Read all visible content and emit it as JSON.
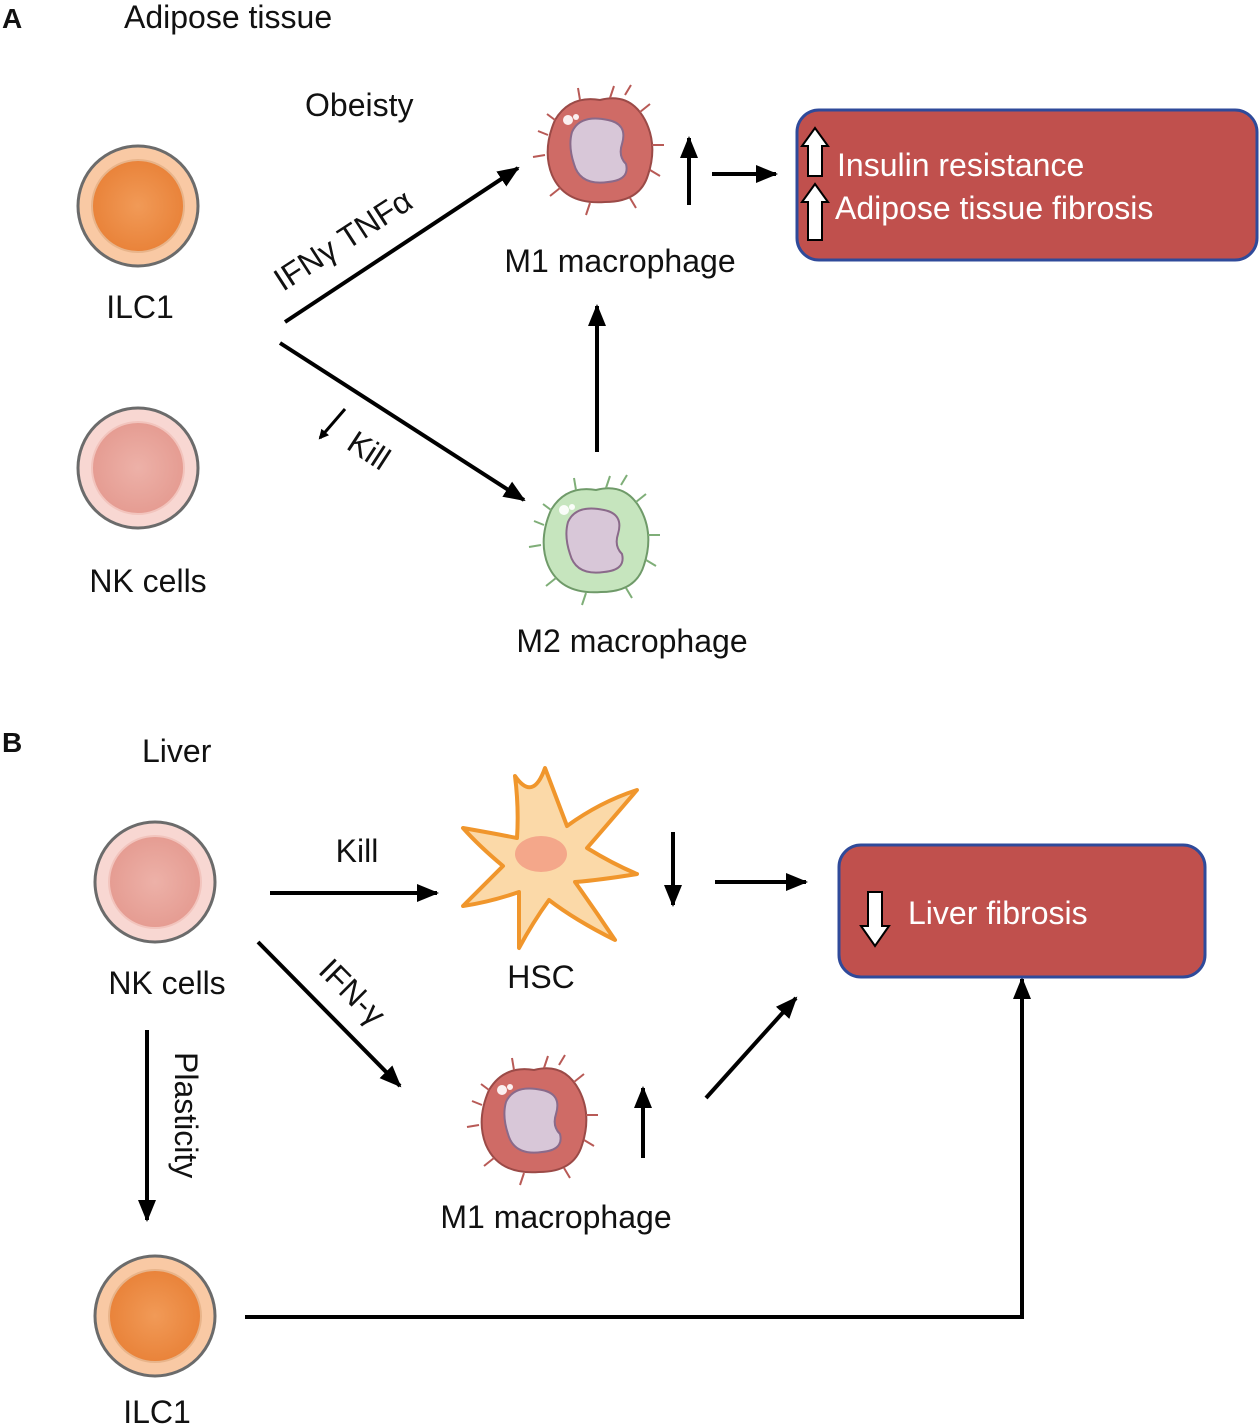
{
  "panel_a": {
    "letter": "A",
    "title": "Adipose tissue",
    "condition": "Obeisty",
    "ilc1_label": "ILC1",
    "nk_label": "NK cells",
    "arrow_label_upper": "IFNγ TNFα",
    "arrow_label_lower": "Kill",
    "m1_label": "M1 macrophage",
    "m2_label": "M2 macrophage",
    "outcome_box": {
      "line1": "Insulin resistance",
      "line2": "Adipose tissue fibrosis",
      "fill_color": "#c0504d",
      "border_color": "#2f4a9a"
    }
  },
  "panel_b": {
    "letter": "B",
    "title": "Liver",
    "nk_label": "NK cells",
    "kill_label": "Kill",
    "ifn_label": "IFN-γ",
    "plasticity_label": "Plasticity",
    "hsc_label": "HSC",
    "m1_label": "M1 macrophage",
    "ilc1_label": "ILC1",
    "outcome_box": {
      "line1": "Liver fibrosis",
      "fill_color": "#c0504d",
      "border_color": "#2f4a9a"
    }
  },
  "colors": {
    "ilc1_fill": "#f0a063",
    "nk_fill": "#f3c6c0",
    "m1_fill": "#cf6b66",
    "m2_fill": "#bfe0b8",
    "nucleus_fill": "#d8c7d8",
    "hsc_fill": "#fbd9a8",
    "hsc_stroke": "#f0962c"
  },
  "icons": [
    "cell-icon",
    "macrophage-icon",
    "stellate-cell-icon",
    "up-arrow-icon",
    "down-arrow-icon"
  ]
}
